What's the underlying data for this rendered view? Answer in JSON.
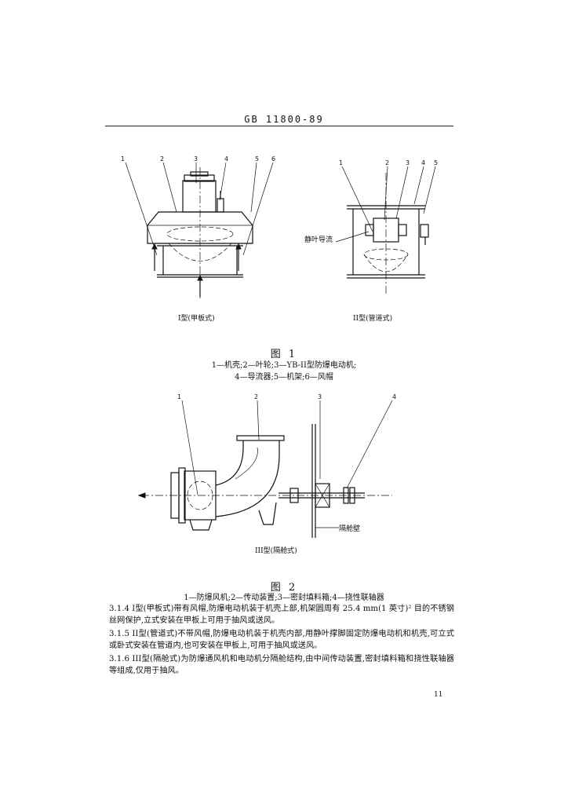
{
  "header": {
    "code": "GB 11800-89"
  },
  "figure1": {
    "left_label": "I型(甲板式)",
    "right_label": "II型(管道式)",
    "right_note": "静叶导流",
    "title": "图 1",
    "caption_line1": "1—机壳;2—叶轮;3—YB-II型防爆电动机;",
    "caption_line2": "4—导流器;5—机架;6—风帽",
    "left_numbers": [
      "1",
      "2",
      "3",
      "4",
      "5",
      "6"
    ],
    "right_numbers": [
      "1",
      "2",
      "3",
      "4",
      "5"
    ]
  },
  "figure2": {
    "label": "III型(隔舱式)",
    "wall_note": "隔舱壁",
    "title": "图 2",
    "caption": "1—防爆风机;2—传动装置;3—密封填料箱;4—挠性联轴器",
    "numbers": [
      "1",
      "2",
      "3",
      "4"
    ]
  },
  "paragraphs": [
    "3.1.4  I型(甲板式)带有风帽,防爆电动机装于机壳上部,机架圆周有 25.4 mm(1 英寸)² 目的不锈钢丝网保护,立式安装在甲板上可用于抽风或送风。",
    "3.1.5  II型(管道式)不带风帽,防爆电动机装于机壳内部,用静叶撑脚固定防爆电动机和机壳,可立式或卧式安装在管道内,也可安装在甲板上,可用于抽风或送风。",
    "3.1.6  III型(隔舱式)为防爆通风机和电动机分隔舱结构,由中间传动装置,密封填料箱和挠性联轴器等组成,仅用于抽风。"
  ],
  "page_number": "11"
}
